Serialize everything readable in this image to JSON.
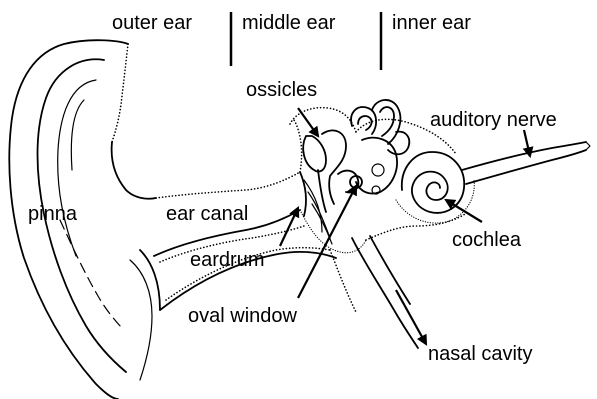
{
  "labels": {
    "outer_ear": "outer ear",
    "middle_ear": "middle ear",
    "inner_ear": "inner ear",
    "ossicles": "ossicles",
    "auditory_nerve": "auditory nerve",
    "pinna": "pinna",
    "ear_canal": "ear canal",
    "cochlea": "cochlea",
    "eardrum": "eardrum",
    "oval_window": "oval window",
    "nasal_cavity": "nasal cavity"
  }
}
